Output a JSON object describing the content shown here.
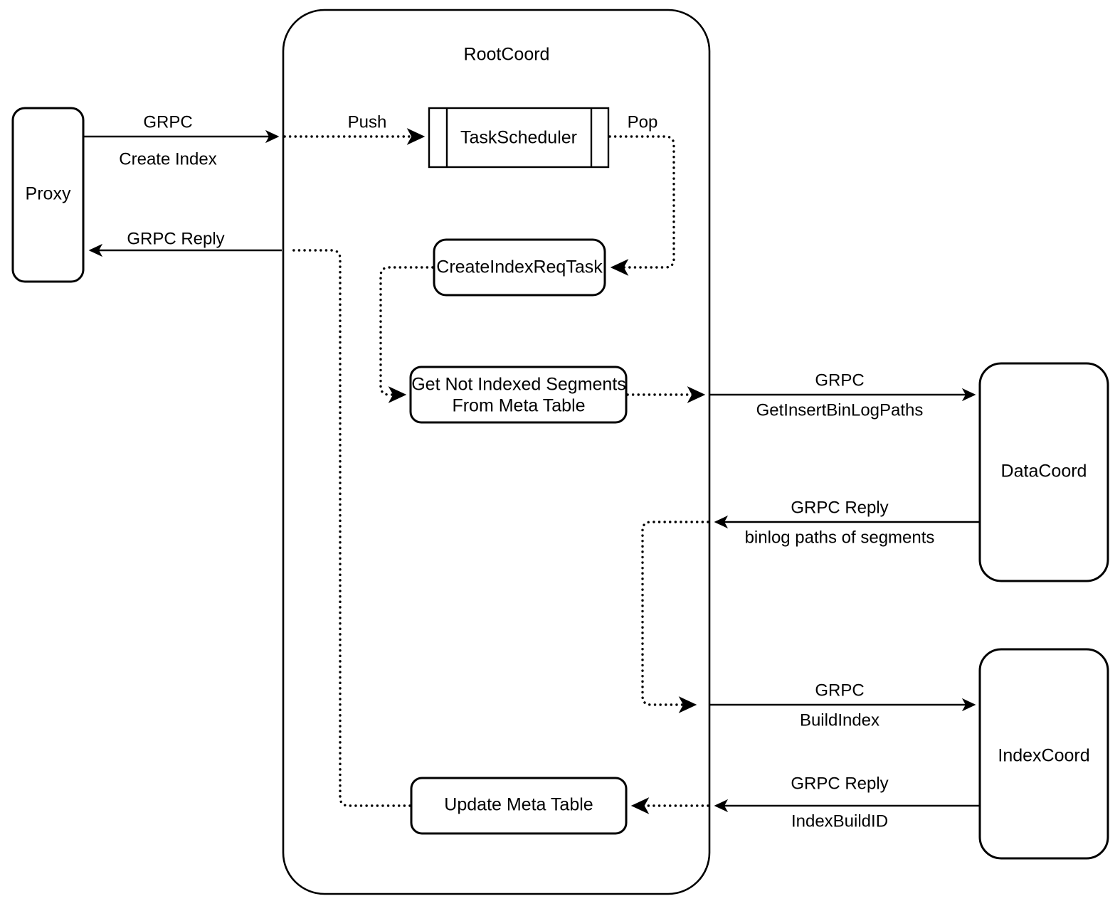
{
  "diagram": {
    "title_label": "RootCoord",
    "nodes": {
      "proxy": "Proxy",
      "task_scheduler": "TaskScheduler",
      "create_index_req_task": "CreateIndexReqTask",
      "get_not_indexed_segments_line1": "Get Not Indexed Segments",
      "get_not_indexed_segments_line2": "From Meta Table",
      "update_meta_table": "Update Meta Table",
      "data_coord": "DataCoord",
      "index_coord": "IndexCoord"
    },
    "edges": {
      "proxy_to_rootcoord_top": "GRPC",
      "proxy_to_rootcoord_bottom": "Create Index",
      "rootcoord_to_proxy": "GRPC Reply",
      "push": "Push",
      "pop": "Pop",
      "to_datacoord_top": "GRPC",
      "to_datacoord_bottom": "GetInsertBinLogPaths",
      "from_datacoord_top": "GRPC Reply",
      "from_datacoord_bottom": "binlog paths of segments",
      "to_indexcoord_top": "GRPC",
      "to_indexcoord_bottom": "BuildIndex",
      "from_indexcoord_top": "GRPC Reply",
      "from_indexcoord_bottom": "IndexBuildID"
    },
    "colors": {
      "stroke": "#000000",
      "fill": "#ffffff"
    }
  }
}
